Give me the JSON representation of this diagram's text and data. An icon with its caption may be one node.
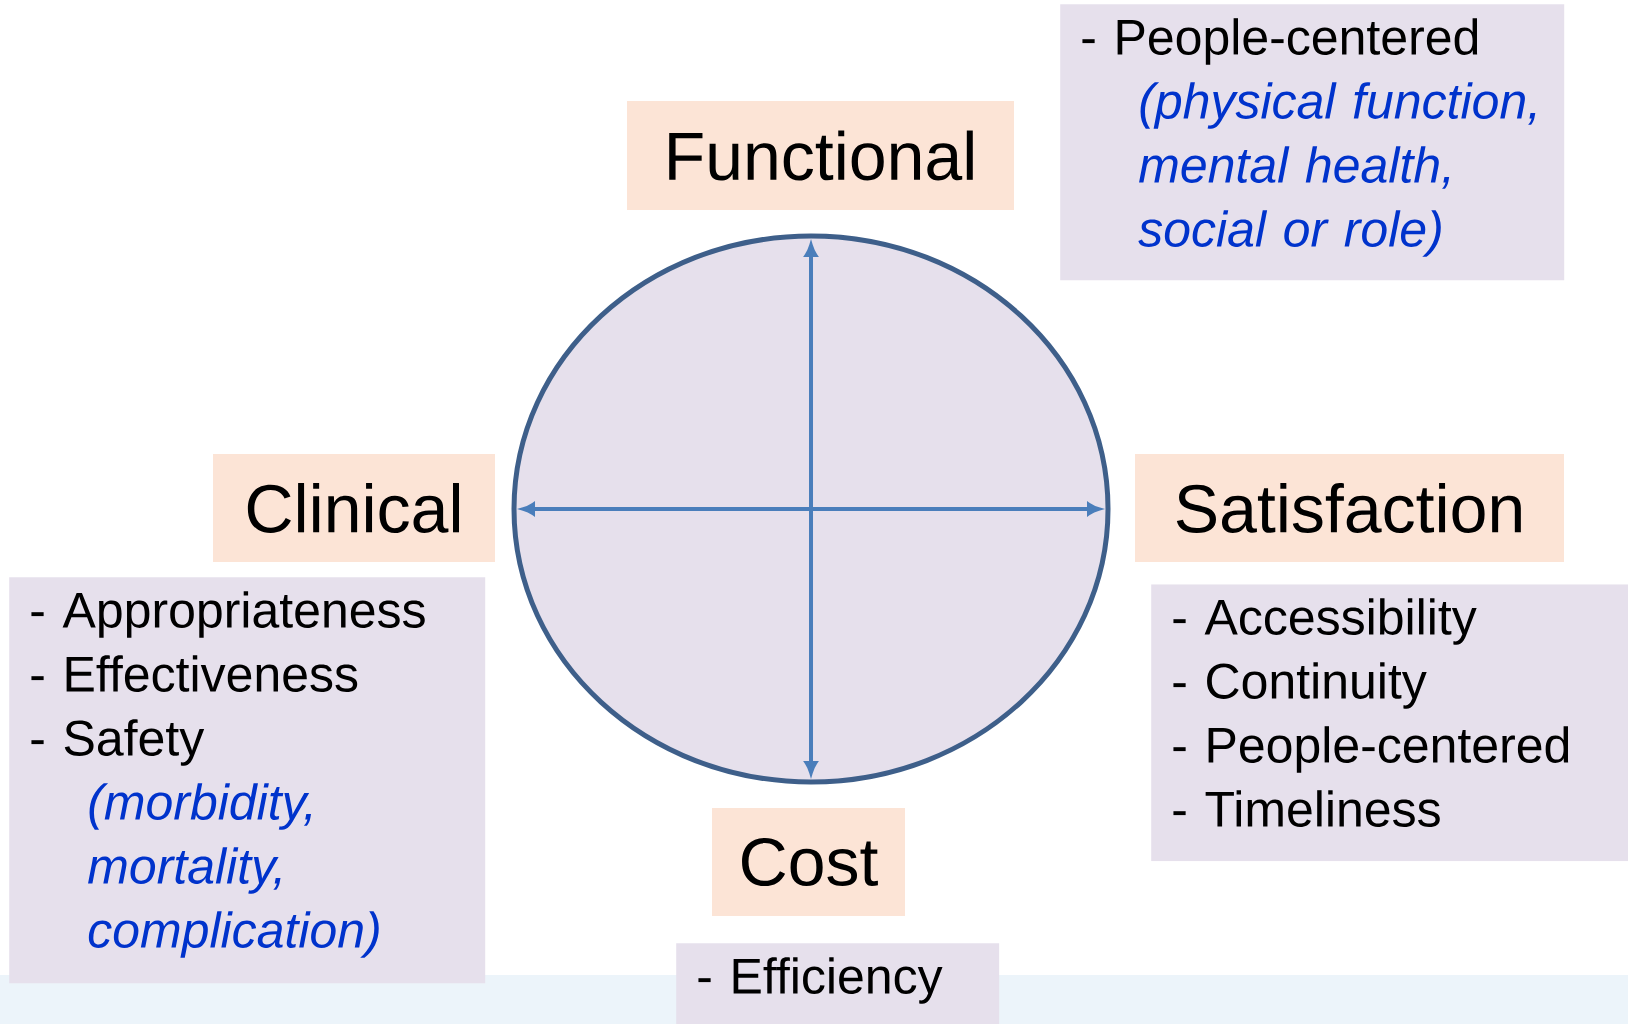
{
  "diagram": {
    "nodes": [
      {
        "text": [
          "Functional"
        ]
      },
      {
        "text": [
          "- People-centered",
          "(physical function, mental health, social or role)"
        ]
      },
      {
        "text": [],
        "shape": "circle"
      },
      {
        "text": [
          "Clinical"
        ]
      },
      {
        "text": [
          "Satisfaction"
        ]
      },
      {
        "text": [
          "- Appropriateness",
          "- Effectiveness",
          "- Safety",
          "(morbidity, mortality, complication)"
        ]
      },
      {
        "text": [
          "- Accessibility",
          "- Continuity",
          "- People-centered",
          "- Timeliness"
        ]
      },
      {
        "text": [
          "Cost"
        ]
      },
      {
        "text": [
          "- Efficiency"
        ]
      }
    ]
  }
}
